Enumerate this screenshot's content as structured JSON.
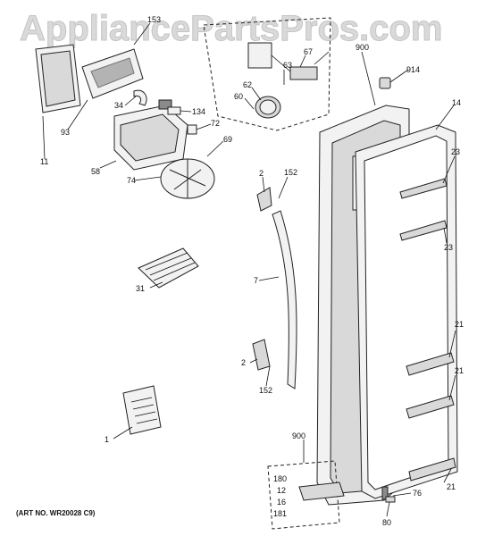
{
  "watermark": "AppliancePartsPros.com",
  "art_number": "(ART NO. WR20028 C9)",
  "callouts": [
    "153",
    "900",
    "914",
    "14",
    "11",
    "93",
    "34",
    "134",
    "72",
    "69",
    "58",
    "74",
    "63",
    "67",
    "62",
    "60",
    "2",
    "152",
    "23",
    "23",
    "31",
    "7",
    "21",
    "21",
    "2",
    "152",
    "1",
    "900",
    "180",
    "12",
    "16",
    "181",
    "76",
    "80",
    "21"
  ]
}
